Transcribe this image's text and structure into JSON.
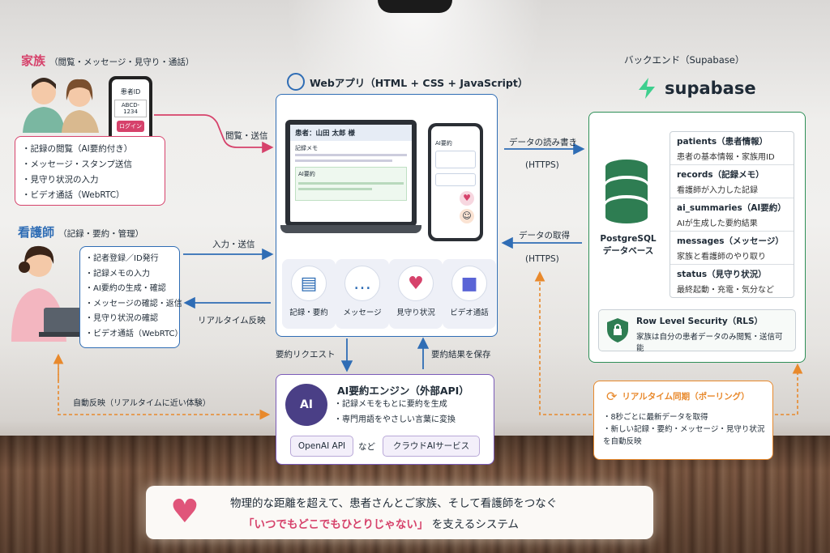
{
  "family": {
    "title": "家族",
    "subtitle": "（閲覧・メッセージ・見守り・通話）",
    "phone": {
      "label": "患者ID",
      "id_value": "ABCD-1234",
      "login": "ログイン"
    },
    "items": [
      "記録の閲覧（AI要約付き）",
      "メッセージ・スタンプ送信",
      "見守り状況の入力",
      "ビデオ通話（WebRTC）"
    ]
  },
  "nurse": {
    "title": "看護師",
    "subtitle": "（記録・要約・管理）",
    "items": [
      "記者登録／ID発行",
      "記録メモの入力",
      "AI要約の生成・確認",
      "メッセージの確認・返信",
      "見守り状況の確認",
      "ビデオ通話（WebRTC）"
    ]
  },
  "webapp": {
    "title": "Webアプリ（HTML + CSS + JavaScript）",
    "laptop": {
      "header": "患者：山田 太郎 様",
      "memo_label": "記録メモ",
      "ai_label": "AI要約"
    },
    "phone_label": "AI要約",
    "features": [
      {
        "icon": "document-icon",
        "label": "記録・要約"
      },
      {
        "icon": "chat-icon",
        "label": "メッセージ"
      },
      {
        "icon": "heart-icon",
        "label": "見守り状況"
      },
      {
        "icon": "video-icon",
        "label": "ビデオ通話"
      }
    ]
  },
  "backend": {
    "title": "バックエンド（Supabase）",
    "logo_text": "supabase",
    "db_label": "PostgreSQL データベース",
    "tables": [
      {
        "name": "patients（患者情報）",
        "desc": "患者の基本情報・家族用ID"
      },
      {
        "name": "records（記録メモ）",
        "desc": "看護師が入力した記録"
      },
      {
        "name": "ai_summaries（AI要約）",
        "desc": "AIが生成した要約結果"
      },
      {
        "name": "messages（メッセージ）",
        "desc": "家族と看護師のやり取り"
      },
      {
        "name": "status（見守り状況）",
        "desc": "最終起動・充電・気分など"
      }
    ],
    "rls": {
      "title": "Row Level Security（RLS）",
      "desc": "家族は自分の患者データのみ閲覧・送信可能"
    }
  },
  "ai_engine": {
    "title": "AI要約エンジン（外部API）",
    "items": [
      "記録メモをもとに要約を生成",
      "専門用語をやさしい言葉に変換"
    ],
    "chip1": "OpenAI API",
    "and": "など",
    "chip2": "クラウドAIサービス"
  },
  "sync": {
    "title": "リアルタイム同期（ポーリング）",
    "items": [
      "8秒ごとに最新データを取得",
      "新しい記録・要約・メッセージ・見守り状況を自動反映"
    ]
  },
  "arrows": {
    "view_send": "閲覧・送信",
    "input_send": "入力・送信",
    "realtime": "リアルタイム反映",
    "rw": "データの読み書き",
    "https1": "(HTTPS)",
    "fetch": "データの取得",
    "https2": "(HTTPS)",
    "summary_req": "要約リクエスト",
    "summary_save": "要約結果を保存",
    "auto": "自動反映（リアルタイムに近い体験）"
  },
  "footer": {
    "line1": "物理的な距離を超えて、患者さんとご家族、そして看護師をつなぐ",
    "line2_em": "「いつでもどこでもひとりじゃない」",
    "line2_rest": "を支えるシステム"
  },
  "colors": {
    "family": "#d6426b",
    "nurse": "#2f6db5",
    "backend": "#2e8f57",
    "ai": "#7a5bb8",
    "sync": "#e8892c"
  }
}
